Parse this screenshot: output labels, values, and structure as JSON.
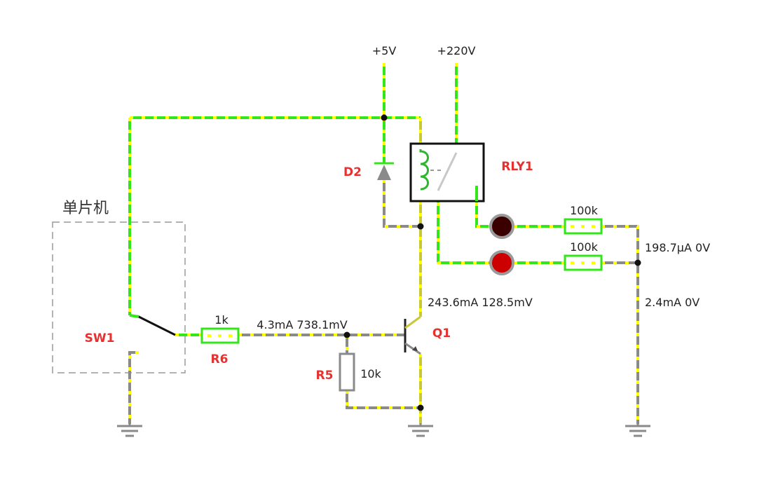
{
  "supplies": {
    "v5": "+5V",
    "v220": "+220V"
  },
  "mcu_box": {
    "title": "单片机"
  },
  "components": {
    "sw1": {
      "label": "SW1"
    },
    "r6": {
      "label": "R6",
      "value": "1k"
    },
    "r5": {
      "label": "R5",
      "value": "10k"
    },
    "d2": {
      "label": "D2"
    },
    "q1": {
      "label": "Q1"
    },
    "rly1": {
      "label": "RLY1"
    },
    "led_resistor_top": {
      "value": "100k"
    },
    "led_resistor_bottom": {
      "value": "100k"
    }
  },
  "readouts": {
    "base_branch": "4.3mA 738.1mV",
    "collector": "243.6mA 128.5mV",
    "led_branch": "198.7μA 0V",
    "return_wire": "2.4mA 0V"
  },
  "leds": {
    "top": {
      "state": "off",
      "color": "#3a0000"
    },
    "bottom": {
      "state": "on",
      "color": "#cc0000"
    }
  },
  "colors": {
    "wire_active": "#33e61a",
    "wire_idle": "#8a8a8a",
    "wire_mid": "#c9c936",
    "current_dots": "#ffff00",
    "component_label": "#e8312f"
  }
}
